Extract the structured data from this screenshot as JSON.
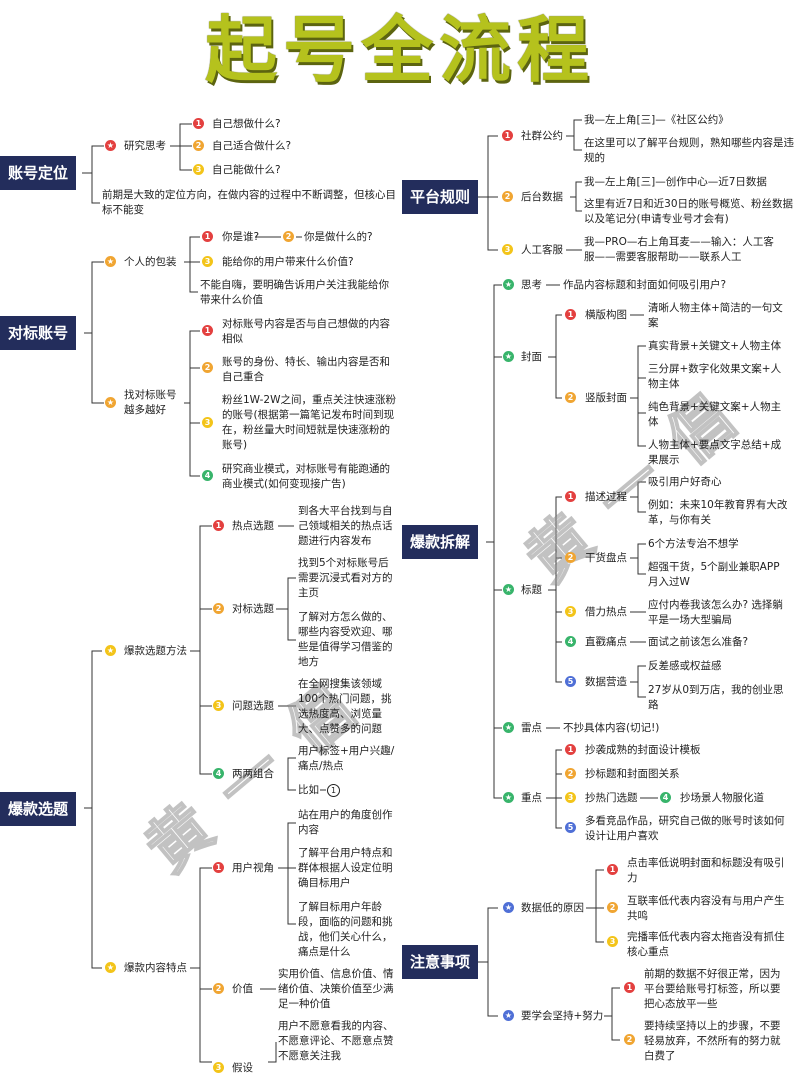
{
  "title": "起号全流程",
  "watermark": "黄一倡",
  "left": {
    "positioning": {
      "label": "账号定位",
      "research": "研究思考",
      "q1": "自己想做什么?",
      "q2": "自己适合做什么?",
      "q3": "自己能做什么?",
      "note": "前期是大致的定位方向，在做内容的过程中不断调整，但核心目标不能变"
    },
    "benchmark": {
      "label": "对标账号",
      "pack": "个人的包装",
      "who": "你是谁?",
      "what": "你是做什么的?",
      "value": "能给你的用户带来什么价值?",
      "note": "不能自嗨，要明确告诉用户关注我能给你带来什么价值",
      "find": "找对标账号越多越好",
      "f1": "对标账号内容是否与自己想做的内容相似",
      "f2": "账号的身份、特长、输出内容是否和自己重合",
      "f3": "粉丝1W-2W之间，重点关注快速涨粉的账号(根据第一篇笔记发布时间到现在，粉丝量大时间短就是快速涨粉的账号)",
      "f4": "研究商业模式，对标账号有能跑通的商业模式(如何变现接广告)"
    },
    "hit": {
      "label": "爆款选题",
      "method": "爆款选题方法",
      "hot": "热点选题",
      "hot_desc": "到各大平台找到与自己领域相关的热点话题进行内容发布",
      "bench": "对标选题",
      "bench_a": "找到5个对标账号后需要沉浸式看对方的主页",
      "bench_b": "了解对方怎么做的、哪些内容受欢迎、哪些是值得学习借鉴的地方",
      "problem": "问题选题",
      "problem_desc": "在全网搜集该领域100个热门问题，挑选热度高、浏览量大、点赞多的问题",
      "combo": "两两组合",
      "combo_a": "用户标签+用户兴趣/痛点/热点",
      "combo_b": "比如",
      "features": "爆款内容特点",
      "user_view": "用户视角",
      "uv1": "站在用户的角度创作内容",
      "uv2": "了解平台用户特点和群体根据人设定位明确目标用户",
      "uv3": "了解目标用户年龄段，面临的问题和挑战，他们关心什么，痛点是什么",
      "value": "价值",
      "value_desc": "实用价值、信息价值、情绪价值、决策价值至少满足一种价值",
      "hypo": "假设",
      "hypo_desc": "用户不愿意看我的内容、不愿意评论、不愿意点赞不愿意关注我"
    }
  },
  "right": {
    "rules": {
      "label": "平台规则",
      "community": "社群公约",
      "c1": "我—左上角[三]—《社区公约》",
      "c2": "在这里可以了解平台规则，熟知哪些内容是违规的",
      "backend": "后台数据",
      "b1": "我—左上角[三]—创作中心—近7日数据",
      "b2": "这里有近7日和近30日的账号概览、粉丝数据以及笔记分(申请专业号才会有)",
      "service": "人工客服",
      "s1": "我—PRO—右上角耳麦——输入：人工客服——需要客服帮助——联系人工"
    },
    "breakdown": {
      "label": "爆款拆解",
      "think": "思考",
      "think_desc": "作品内容标题和封面如何吸引用户?",
      "cover": "封面",
      "landscape": "横版构图",
      "land_desc": "清晰人物主体+简洁的一句文案",
      "portrait": "竖版封面",
      "p1": "真实背景+关键文+人物主体",
      "p2": "三分屏+数字化效果文案+人物主体",
      "p3": "纯色背景+关键文案+人物主体",
      "p4": "人物主体+要点文字总结+成果展示",
      "headline": "标题",
      "process": "描述过程",
      "pr1": "吸引用户好奇心",
      "pr2": "例如：未来10年教育界有大改革，与你有关",
      "dry": "干货盘点",
      "dr1": "6个方法专治不想学",
      "dr2": "超强干货，5个副业兼职APP月入过W",
      "borrow": "借力热点",
      "borrow_desc": "应付内卷我该怎么办? 选择躺平是一场大型骗局",
      "pain": "直戳痛点",
      "pain_desc": "面试之前该怎么准备?",
      "data": "数据营造",
      "da1": "反差感或权益感",
      "da2": "27岁从0到万店，我的创业思路",
      "mine": "雷点",
      "mine_desc": "不抄具体内容(切记!)",
      "key": "重点",
      "k1": "抄袭成熟的封面设计模板",
      "k2": "抄标题和封面图关系",
      "k3": "抄热门选题",
      "k3b": "抄场景人物服化道",
      "k4": "多看竞品作品，研究自己做的账号时该如何设计让用户喜欢"
    },
    "notes": {
      "label": "注意事项",
      "low": "数据低的原因",
      "l1": "点击率低说明封面和标题没有吸引力",
      "l2": "互联率低代表内容没有与用户产生共鸣",
      "l3": "完播率低代表内容太拖沓没有抓住核心重点",
      "persist": "要学会坚持+努力",
      "pe1": "前期的数据不好很正常，因为平台要给账号打标签，所以要把心态放平一些",
      "pe2": "要持续坚持以上的步骤，不要轻易放弃，不然所有的努力就白费了"
    }
  },
  "colors": {
    "title": "#b5c21d",
    "category": "#232d5c"
  }
}
